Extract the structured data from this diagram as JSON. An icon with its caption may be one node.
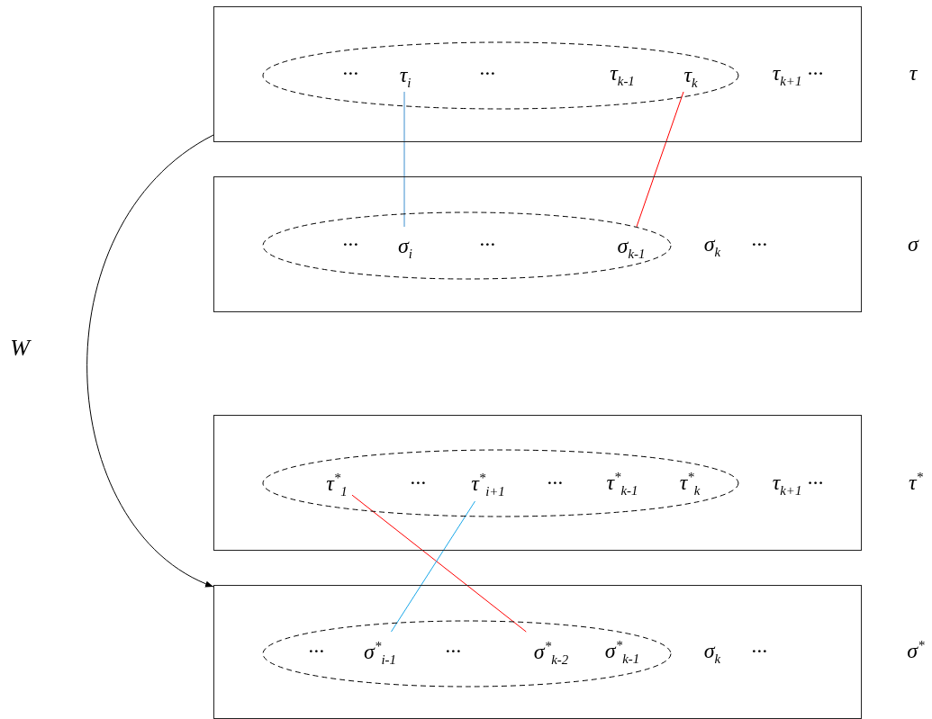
{
  "diagram": {
    "nodes": [
      {
        "text": [
          "τ$_{k+1}$ ···"
        ],
        "beside": [
          "τ"
        ]
      },
      {
        "text": [
          "···",
          "···",
          "τ$_{k-1}$"
        ],
        "in": 0
      },
      {
        "text": [
          "τ$_{i}$"
        ],
        "in": 1
      },
      {
        "text": [
          "τ$_{k}$"
        ],
        "in": 1
      },
      {
        "text": [
          "σ$_{k}$",
          "···"
        ],
        "beside": [
          "σ"
        ]
      },
      {
        "text": [
          "···",
          "···"
        ],
        "in": 4
      },
      {
        "text": [
          "σ$_{i}$"
        ],
        "in": 5
      },
      {
        "text": [
          "σ$_{k-1}$"
        ],
        "in": 5
      },
      {
        "text": [
          "τ$_{k+1}$ ···"
        ],
        "beside": [
          "τ$^{*}$"
        ]
      },
      {
        "text": [
          "···",
          "···",
          "τ$^{*}$$_{k-1}$",
          "τ$^{*}$$_{k}$"
        ],
        "in": 8
      },
      {
        "text": [
          "τ$^{*}$$_{1}$"
        ],
        "in": 9
      },
      {
        "text": [
          "τ$^{*}$$_{i+1}$"
        ],
        "in": 9
      },
      {
        "text": [
          "σ$_{k}$",
          "···"
        ],
        "beside": [
          "σ$^{*}$"
        ]
      },
      {
        "text": [
          "···",
          "···",
          "σ$^{*}$$_{k-1}$"
        ],
        "in": 12
      },
      {
        "text": [
          "σ$^{*}$$_{i-1}$"
        ],
        "in": 13
      },
      {
        "text": [
          "σ$^{*}$$_{k-2}$"
        ],
        "in": 13
      }
    ],
    "edges": [
      {
        "from": 2,
        "to": 6,
        "arrow": "none",
        "color": "#3c8fcf"
      },
      {
        "from": 3,
        "to": 7,
        "arrow": "none",
        "color": "#ff0000"
      },
      {
        "from": 10,
        "to": 15,
        "arrow": "none",
        "color": "#ff0000"
      },
      {
        "from": 11,
        "to": 14,
        "arrow": "none",
        "color": "#1aa7e8"
      },
      {
        "from": 0,
        "to": 12,
        "arrow": "to",
        "label": "W",
        "color": "#000000"
      }
    ]
  }
}
